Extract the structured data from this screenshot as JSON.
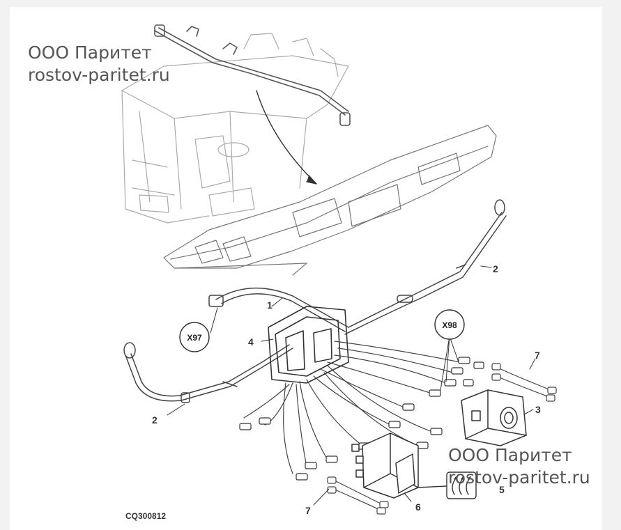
{
  "watermark_top": {
    "line1": "ООО Паритет",
    "line2": "rostov-paritet.ru"
  },
  "watermark_bottom": {
    "line1": "ООО Паритет",
    "line2": "rostov-paritet.ru"
  },
  "figure_code": "CQ300812",
  "callouts": {
    "c1": "1",
    "c2a": "2",
    "c2b": "2",
    "c3": "3",
    "c4": "4",
    "c5": "5",
    "c6": "6",
    "c7a": "7",
    "c7b": "7",
    "x97": "X97",
    "x98": "X98"
  }
}
